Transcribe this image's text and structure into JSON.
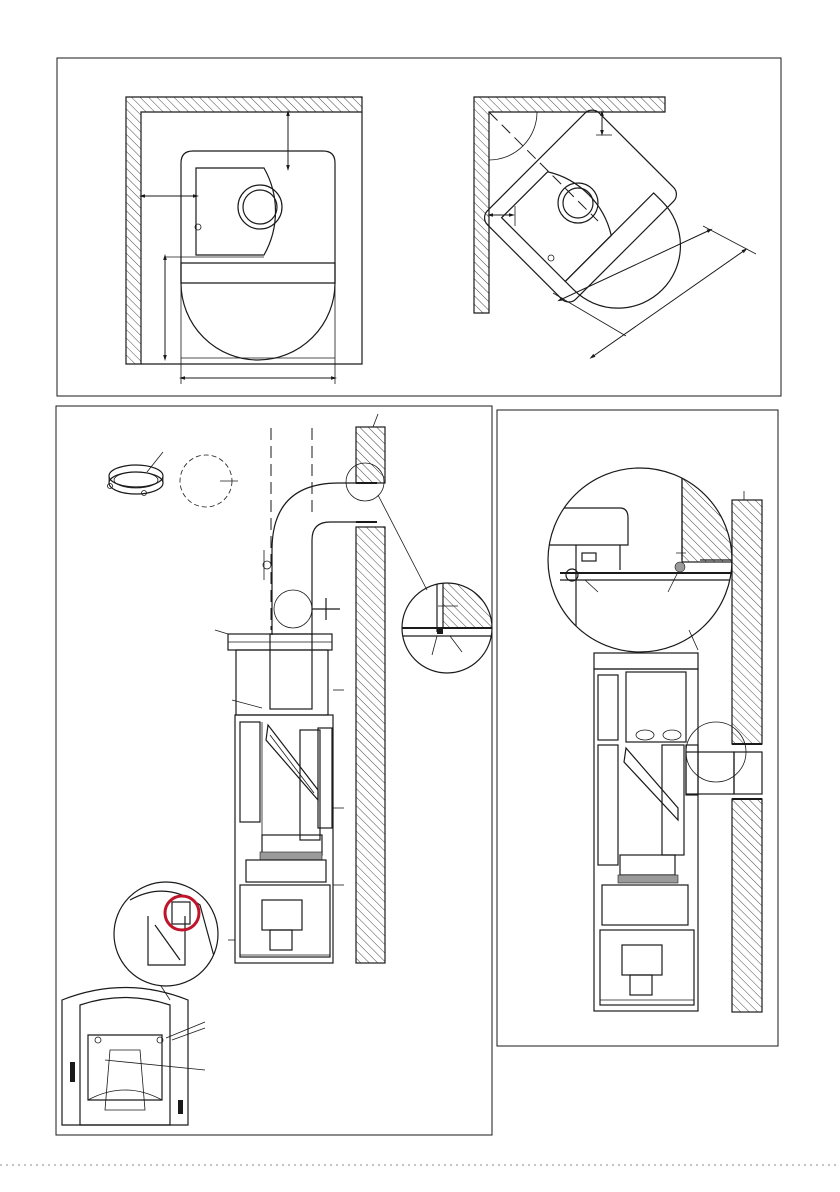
{
  "page": {
    "panels": [
      "floor-plan-wall-clearances",
      "rear-flue-installation",
      "top-flue-installation"
    ]
  },
  "colors": {
    "line": "#1a1a1a",
    "background": "#ffffff",
    "hatch": "#1a1a1a",
    "grey_fill": "#9a9a9a"
  },
  "icons": [
    "flue-adapter-ring-icon",
    "cover-plate-icon",
    "detail-magnifier-circle-icon"
  ]
}
